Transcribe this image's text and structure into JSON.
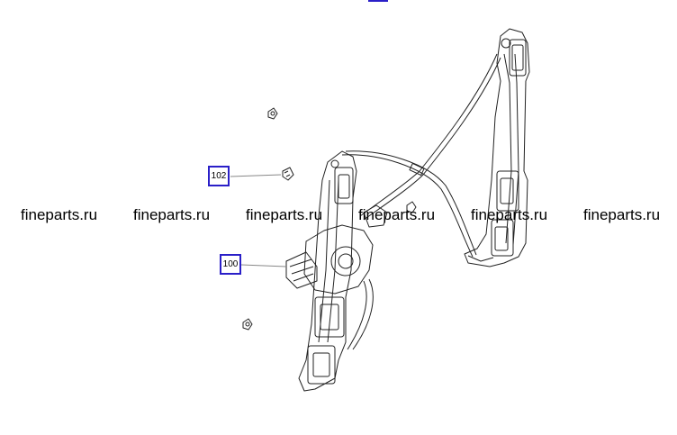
{
  "callouts": [
    {
      "id": "102",
      "label": "102"
    },
    {
      "id": "100",
      "label": "100"
    }
  ],
  "watermarks": [
    "fineparts.ru",
    "fineparts.ru",
    "fineparts.ru",
    "fineparts.ru",
    "fineparts.ru",
    "fineparts.ru"
  ],
  "colors": {
    "callout_border": "#2a1fc8",
    "line": "#222222",
    "background": "#ffffff"
  }
}
